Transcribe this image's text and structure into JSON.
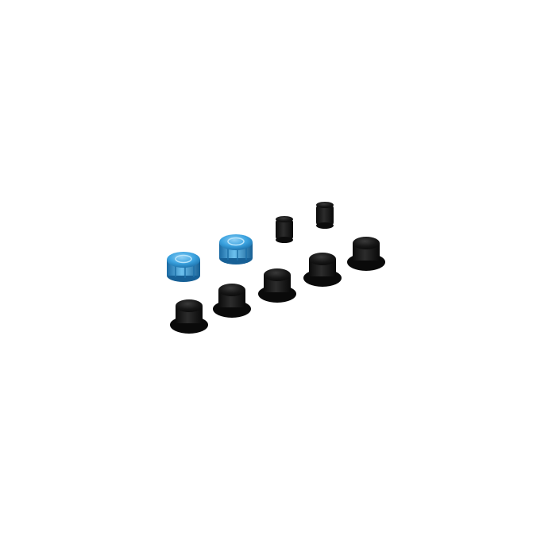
{
  "image": {
    "background": "#ffffff",
    "colors": {
      "black_part": "#141414",
      "black_highlight": "#3a3a3a",
      "blue_part": "#2f96d6",
      "blue_highlight": "#8fd0f5"
    },
    "parts": [
      {
        "kind": "flanged-hex-nut",
        "color": "black",
        "count": 5
      },
      {
        "kind": "aluminum-cap-nut",
        "color": "blue",
        "count": 2
      },
      {
        "kind": "set-screw",
        "color": "black",
        "count": 2
      }
    ]
  }
}
